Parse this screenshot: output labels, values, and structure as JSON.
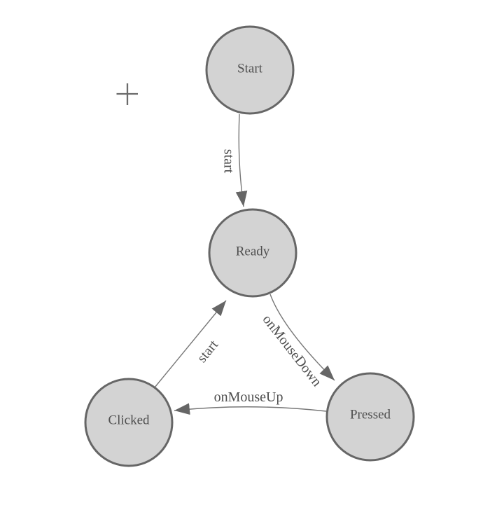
{
  "diagram": {
    "type": "finite-state-machine",
    "nodes": [
      {
        "id": "start",
        "label": "Start"
      },
      {
        "id": "ready",
        "label": "Ready"
      },
      {
        "id": "clicked",
        "label": "Clicked"
      },
      {
        "id": "pressed",
        "label": "Pressed"
      }
    ],
    "edges": [
      {
        "from": "start",
        "to": "ready",
        "label": "start"
      },
      {
        "from": "ready",
        "to": "pressed",
        "label": "onMouseDown"
      },
      {
        "from": "pressed",
        "to": "clicked",
        "label": "onMouseUp"
      },
      {
        "from": "clicked",
        "to": "ready",
        "label": "start"
      }
    ],
    "icons": {
      "crosshair": "plus-crosshair"
    },
    "colors": {
      "background": "#ffffff",
      "node_fill": "#d3d3d3",
      "node_stroke": "#666666",
      "node_text": "#4f4f4f",
      "edge_stroke": "#777777",
      "edge_text": "#4f4f4f",
      "arrow_fill": "#666666",
      "crosshair": "#6b6b6b"
    }
  }
}
